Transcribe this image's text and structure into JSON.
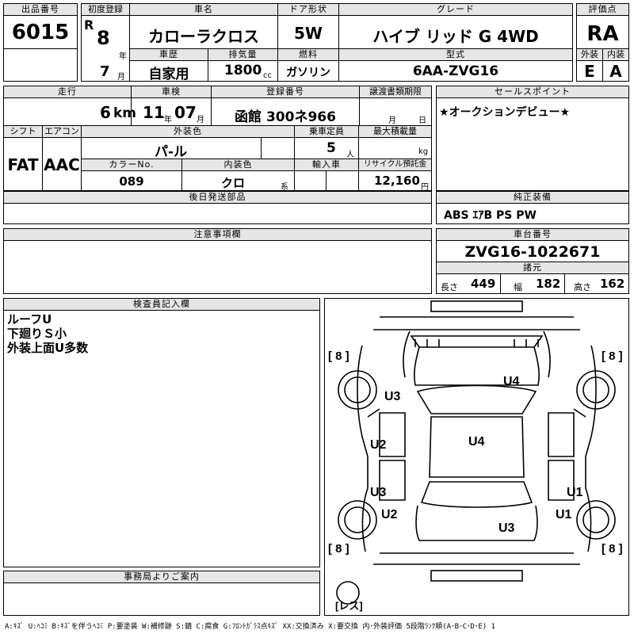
{
  "header": {
    "lot_no": {
      "label": "出品番号",
      "value": "6015"
    },
    "first_reg": {
      "label": "初度登録",
      "era": "R",
      "year": "8",
      "year_unit": "年",
      "month": "7",
      "month_unit": "月"
    },
    "car_name": {
      "label": "車名",
      "value": "カローラクロス"
    },
    "door": {
      "label": "ドア形状",
      "value": "5W"
    },
    "grade": {
      "label": "グレード",
      "value": "ハイブ リッド G 4WD"
    },
    "score": {
      "label": "評価点",
      "value": "RA"
    },
    "history": {
      "label": "車歴",
      "value": "自家用"
    },
    "displacement": {
      "label": "排気量",
      "value": "1800",
      "unit": "cc"
    },
    "fuel": {
      "label": "燃料",
      "value": "ガソリン"
    },
    "model": {
      "label": "型式",
      "value": "6AA-ZVG16"
    },
    "exterior": {
      "label": "外装",
      "value": "E"
    },
    "interior": {
      "label": "内装",
      "value": "A"
    }
  },
  "row2": {
    "mileage": {
      "label": "走行",
      "value": "6",
      "unit": "km"
    },
    "inspection": {
      "label": "車検",
      "year": "11",
      "year_unit": "年",
      "month": "07",
      "month_unit": "月"
    },
    "reg_no": {
      "label": "登録番号",
      "value": "函館 300ネ966"
    },
    "transfer": {
      "label": "譲渡書類期限",
      "month_unit": "月",
      "day_unit": "日"
    },
    "shift": {
      "label": "シフト",
      "value": "FAT"
    },
    "aircon": {
      "label": "エアコン",
      "value": "AAC"
    },
    "color": {
      "label": "外装色",
      "value": "パ-ル"
    },
    "capacity": {
      "label": "乗車定員",
      "value": "5",
      "unit": "人"
    },
    "max_load": {
      "label": "最大積載量",
      "unit": "kg"
    },
    "color_no": {
      "label": "カラーNo.",
      "value": "089"
    },
    "interior_color": {
      "label": "内装色",
      "value": "クロ",
      "unit": "系"
    },
    "import": {
      "label": "輸入車"
    },
    "recycle": {
      "label": "リサイクル預託金",
      "value": "12,160",
      "unit": "円"
    },
    "sales_point": {
      "label": "セールスポイント",
      "value": "★オークションデビュー★"
    },
    "later_parts": {
      "label": "後日発送部品"
    },
    "equipment": {
      "label": "純正装備",
      "value": "ABS ｴｱB PS PW"
    }
  },
  "notes": {
    "label": "注意事項欄"
  },
  "chassis": {
    "label": "車台番号",
    "value": "ZVG16-1022671"
  },
  "specs": {
    "label": "諸元",
    "length_label": "長さ",
    "length": "449",
    "width_label": "幅",
    "width": "182",
    "height_label": "高さ",
    "height": "162"
  },
  "inspector": {
    "label": "検査員記入欄",
    "lines": [
      "ルーフU",
      "下廻りＳ小",
      "外装上面U多数"
    ]
  },
  "office": {
    "label": "事務局よりご案内"
  },
  "diagram": {
    "tires": [
      "[ 8 ]",
      "[ 8 ]",
      "[ 8 ]",
      "[ 8 ]"
    ],
    "spare": "[レス]",
    "marks": [
      "U4",
      "U3",
      "U2",
      "U4",
      "U3",
      "U1",
      "U2",
      "U1",
      "U3"
    ]
  },
  "legend": "A:ｷｽﾞ U:ﾍｺﾐ B:ｷｽﾞを伴うﾍｺﾐ P:要塗装 W:補修跡 S:錆 C:腐食 G:ﾌﾛﾝﾄｶﾞﾗｽ点ｷｽﾞ XX:交換済み X:要交換  内･外装評価 5段階ﾗﾝｸ順(A･B･C･D･E) 1"
}
